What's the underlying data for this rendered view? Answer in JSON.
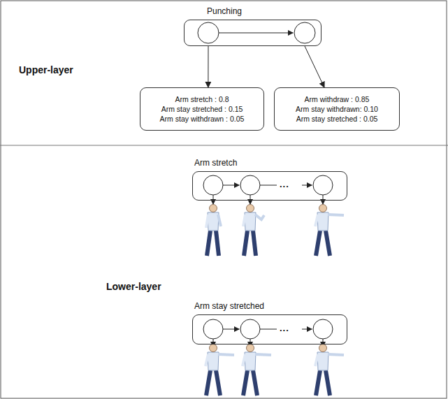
{
  "diagram": {
    "nodes": [
      {
        "text": [
          "Punching"
        ]
      },
      {
        "text": [
          "Arm stretch : 0.8",
          "Arm stay stretched : 0.15",
          "Arm stay withdrawn : 0.05"
        ]
      },
      {
        "text": [
          "Arm withdraw : 0.85",
          "Arm stay withdrawn: 0.10",
          "Arm stay stretched : 0.05"
        ]
      },
      {
        "text": [
          "Arm stretch"
        ]
      },
      {
        "text": [
          "Arm stay stretched"
        ]
      }
    ],
    "edges": [
      {
        "from": 0,
        "to": 1,
        "arrow": "to"
      },
      {
        "from": 0,
        "to": 2,
        "arrow": "to"
      }
    ],
    "labels": [
      "Upper-layer",
      "Lower-layer",
      "...",
      "..."
    ]
  }
}
